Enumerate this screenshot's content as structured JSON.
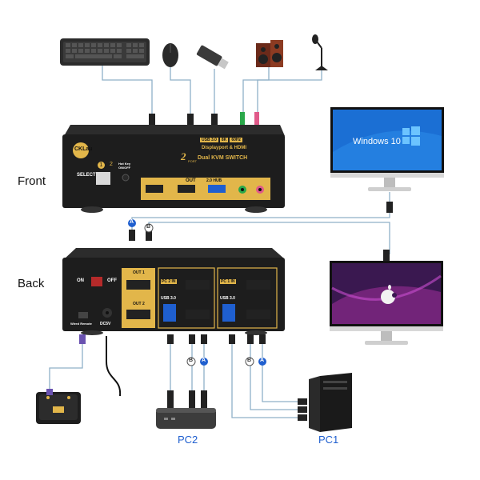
{
  "labels": {
    "front": "Front",
    "back": "Back",
    "pc1": "PC1",
    "pc2": "PC2"
  },
  "screens": {
    "monitor1_text": "Windows 10"
  },
  "front_panel": {
    "brand": "CKLau",
    "badges": [
      "USB 3.0",
      "8K",
      "60Hz"
    ],
    "subtitle": "Displayport & HDMI",
    "title_num": "2",
    "title_ports": "PORT",
    "title": "Dual KVM SWITCH",
    "select": "SELECT",
    "num1": "1",
    "num2": "2",
    "hotkey": "Hot Key ON/OFF",
    "out": "OUT",
    "hub": "2.0 HUB"
  },
  "back_panel": {
    "on": "ON",
    "off": "OFF",
    "out1": "OUT 1",
    "out2": "OUT 2",
    "pc2_in": "PC 2 IN",
    "pc1_in": "PC 1 IN",
    "usb3_a": "USB 3.0",
    "usb3_b": "USB 3.0",
    "wired_remote": "Wired Remote",
    "dc5v": "DC5V",
    "conn_a": "A",
    "conn_b": "B"
  },
  "colors": {
    "gold": "#e2b64a",
    "body": "#1f1f1f",
    "cable": "#8fb0c8",
    "usb_blue": "#1f5fcf"
  }
}
